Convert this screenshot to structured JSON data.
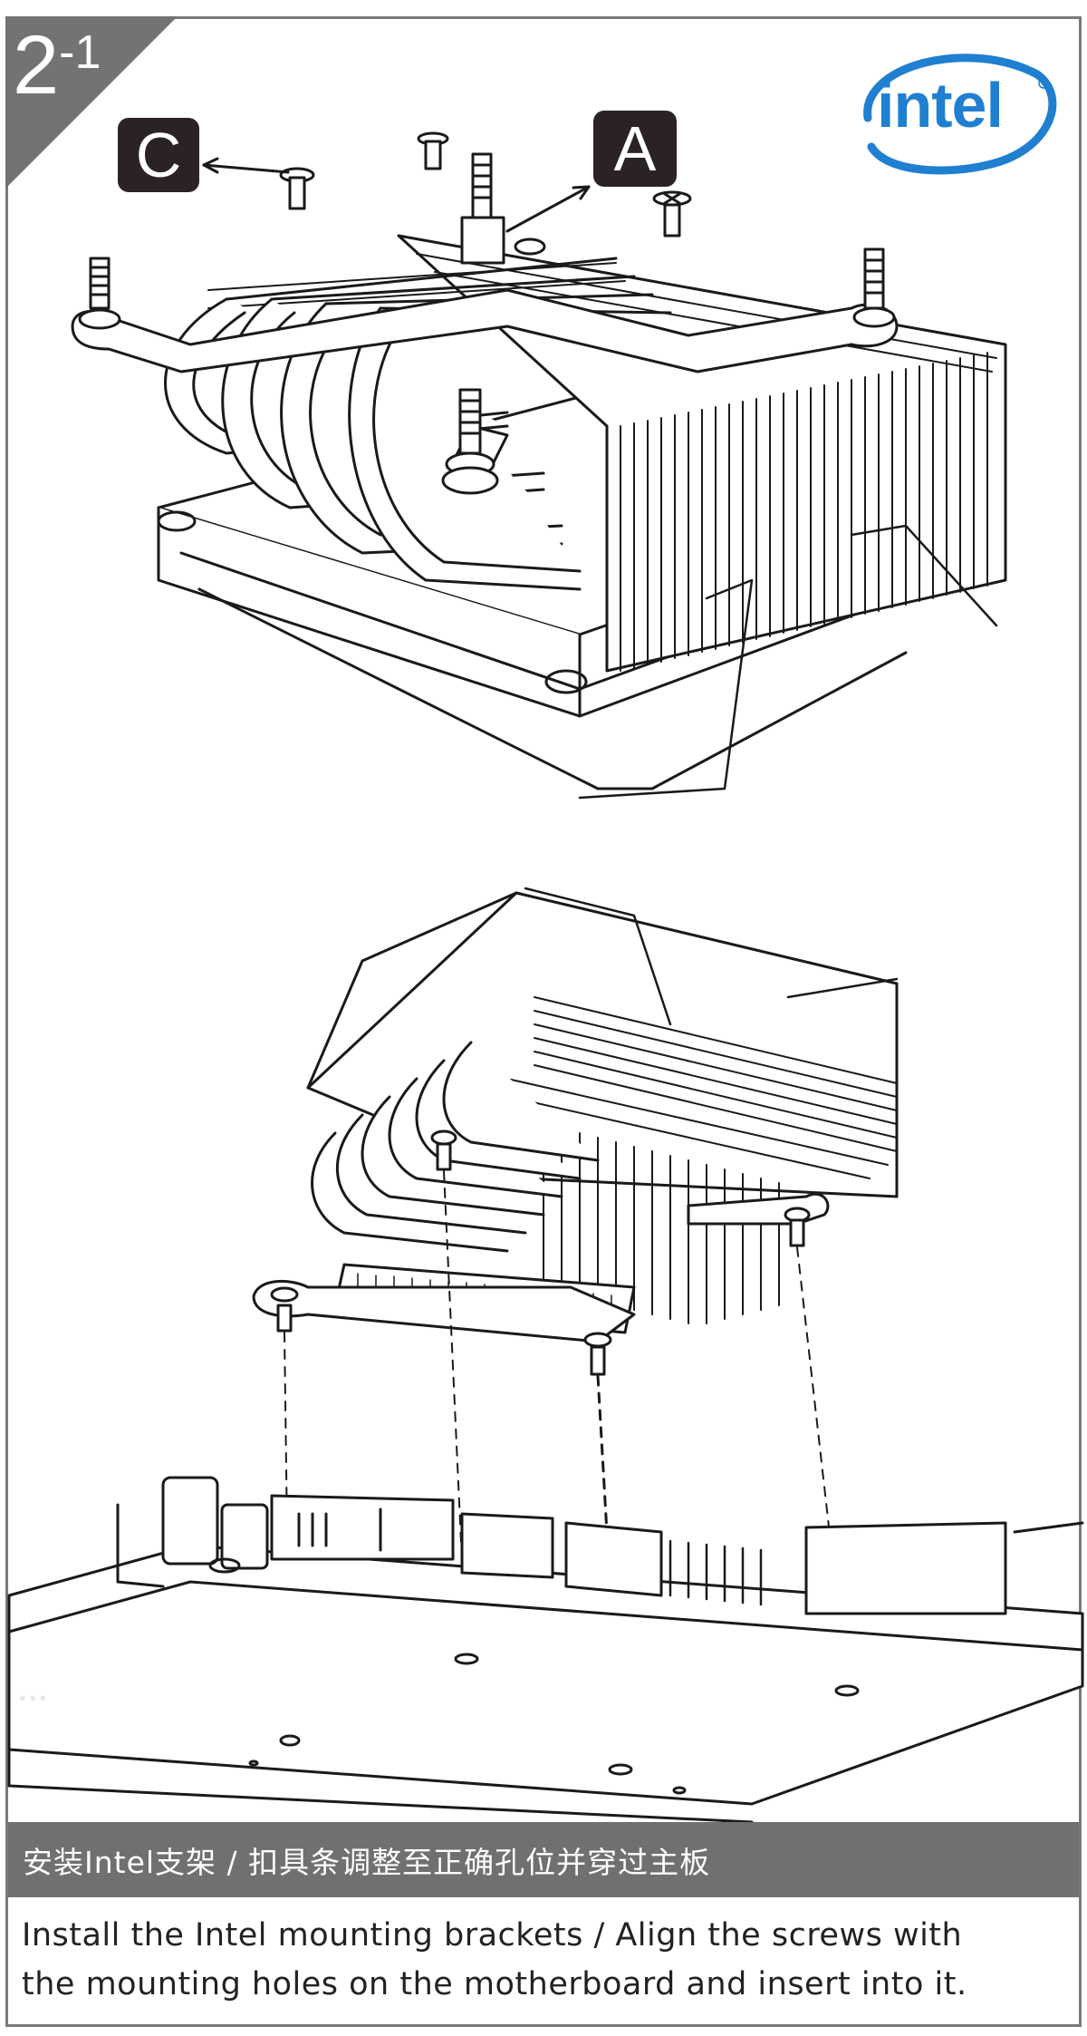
{
  "step": {
    "number": "2",
    "sub": "-1"
  },
  "brand": {
    "logo_text": "intel",
    "logo_color": "#1f7fd0"
  },
  "callouts": {
    "a": "A",
    "c": "C"
  },
  "caption": {
    "cn": "安装Intel支架 / 扣具条调整至正确孔位并穿过主板",
    "en_line1": "Install the Intel mounting brackets / Align the screws with",
    "en_line2": "the mounting holes on the motherboard and insert into it."
  },
  "colors": {
    "step_bg": "#737373",
    "caption_bg": "#707070",
    "line": "#1a1a1a"
  }
}
